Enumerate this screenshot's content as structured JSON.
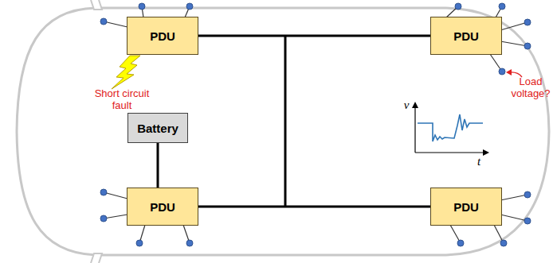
{
  "diagram": {
    "nodes": [
      {
        "text": [
          "PDU"
        ]
      },
      {
        "text": [
          "PDU"
        ]
      },
      {
        "text": [
          "Battery"
        ]
      },
      {
        "text": [
          "PDU"
        ]
      },
      {
        "text": [
          "PDU"
        ]
      }
    ],
    "edges": [
      {
        "from": 0,
        "to": 1,
        "arrow": "none"
      },
      {
        "from": 3,
        "to": 4,
        "arrow": "none"
      },
      {
        "from": 2,
        "to": 3,
        "arrow": "none"
      }
    ],
    "labels": [
      "Short circuit fault",
      "Load voltage?",
      "v",
      "t"
    ]
  }
}
